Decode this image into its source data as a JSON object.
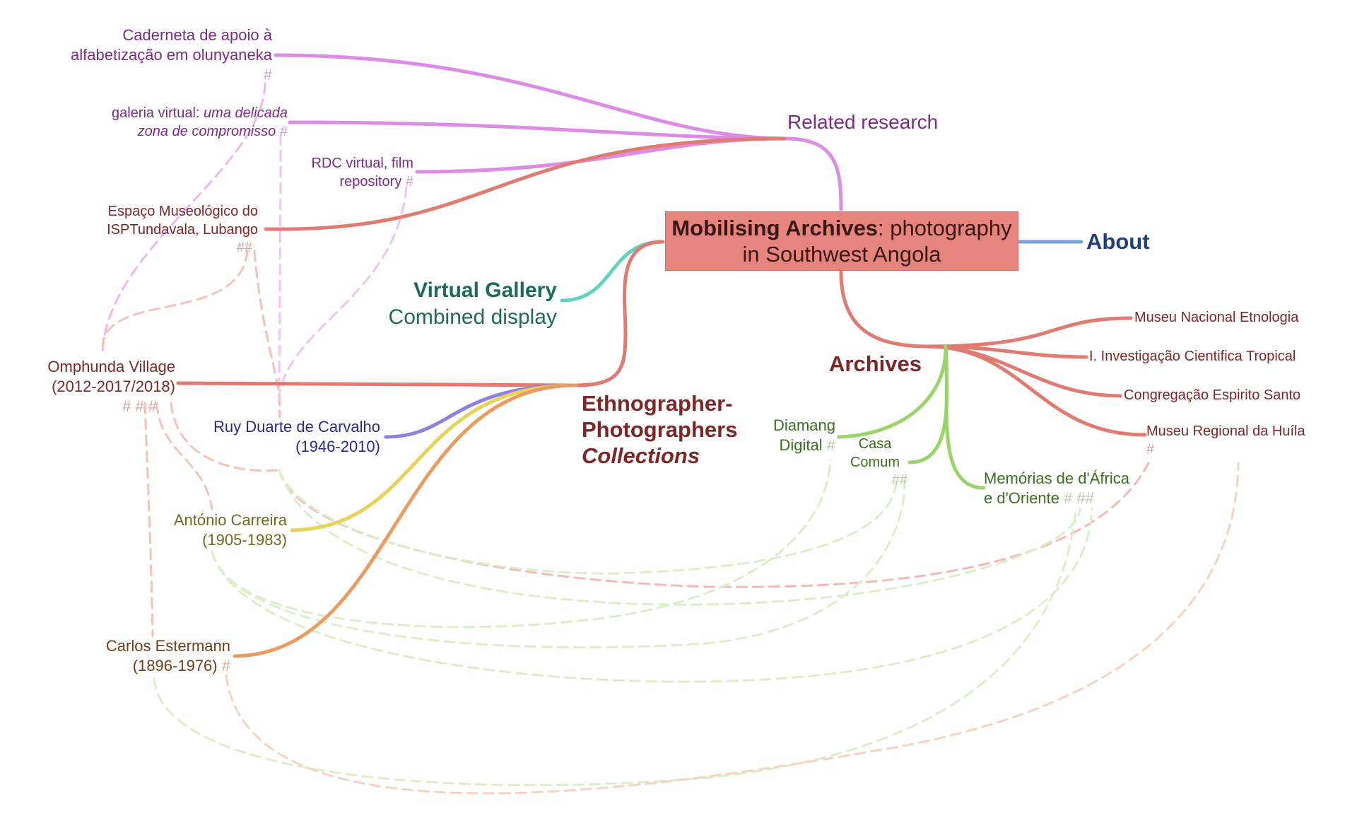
{
  "central": {
    "title_bold": "Mobilising Archives",
    "title_rest": ": photography",
    "title_line2": "in Southwest Angola"
  },
  "about": {
    "label": "About"
  },
  "related_research": {
    "label": "Related research",
    "items": [
      {
        "line1": "Caderneta de apoio à",
        "line2": "alfabetização em olunyaneka",
        "marks": "#"
      },
      {
        "line1": "galeria virtual: ",
        "line1_italic": "uma delicada",
        "line2_italic": "zona de compromisso",
        "marks": "#"
      },
      {
        "line1": "RDC virtual, film",
        "line2": "repository",
        "marks": "#"
      },
      {
        "line1": "Espaço Museológico do",
        "line2": "ISPTundavala, Lubango",
        "marks": "##"
      }
    ]
  },
  "virtual_gallery": {
    "line1": "Virtual Gallery",
    "line2": "Combined display"
  },
  "ethnographers": {
    "line1": "Ethnographer-",
    "line2": "Photographers",
    "line3": "Collections",
    "items": [
      {
        "line1": "Omphunda Village",
        "line2": "(2012-2017/2018)",
        "marks": [
          "#",
          "#",
          "#"
        ]
      },
      {
        "line1": "Ruy Duarte de Carvalho",
        "line2": "(1946-2010)"
      },
      {
        "line1": "António Carreira",
        "line2": "(1905-1983)"
      },
      {
        "line1": "Carlos Estermann",
        "line2": "(1896-1976)",
        "marks": "#"
      }
    ]
  },
  "archives": {
    "label": "Archives",
    "items": [
      {
        "label": "Museu Nacional Etnologia"
      },
      {
        "label": "I. Investigação Cientifica Tropical"
      },
      {
        "label": "Congregação Espirito Santo"
      },
      {
        "label": "Museu Regional da Huíla",
        "marks": "#"
      },
      {
        "line1": "Diamang",
        "line2": "Digital",
        "marks": "#"
      },
      {
        "line1": "Casa",
        "line2": "Comum",
        "marks": "##"
      },
      {
        "line1": "Memórias de d'África",
        "line2": "e d'Oriente",
        "marks": [
          "#",
          "##"
        ]
      }
    ]
  },
  "colors": {
    "central_fill": "#e5857d",
    "related": "#dd8ce6",
    "related_text": "#7a2b86",
    "red_branch": "#e07b72",
    "red_text": "#7d2626",
    "teal": "#5fd3bf",
    "teal_text": "#1d6a58",
    "about": "#7aa0e0",
    "about_text": "#1f3f7a",
    "purple": "#8f7fe0",
    "purple_text": "#2a2a8a",
    "yellow": "#e7d357",
    "yellow_text": "#6f6a1e",
    "orange": "#ea9c60",
    "orange_text": "#6e3e18",
    "green": "#9ad468",
    "green_text": "#3b6e1e",
    "hash": "#b8a0a0"
  }
}
